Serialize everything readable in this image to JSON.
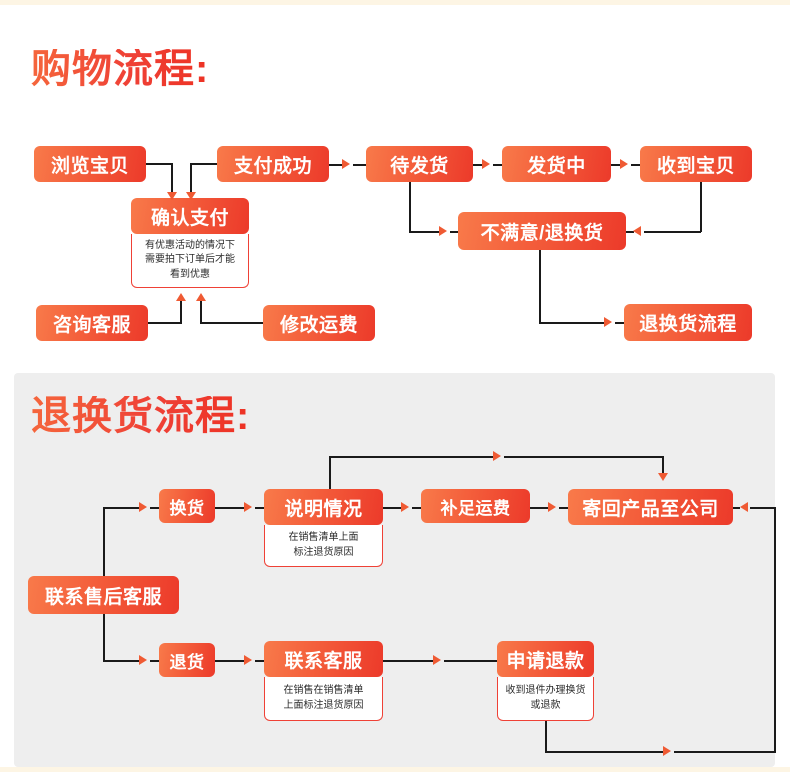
{
  "meta": {
    "accent_orange": "#f5763f",
    "accent_red": "#ec3a2a",
    "arrow_color": "#ef5a33",
    "line_color": "#1a1a1a",
    "section_bg": "#eeeeee",
    "strip_color": "#fdf5e4"
  },
  "shopping": {
    "heading": "购物流程:",
    "nodes": {
      "browse": "浏览宝贝",
      "confirm_pay": "确认支付",
      "pay_success": "支付成功",
      "awaiting_ship": "待发货",
      "shipping": "发货中",
      "received": "收到宝贝",
      "dissatisfied": "不满意/退换货",
      "consult_service": "咨询客服",
      "modify_freight": "修改运费",
      "return_flow": "退换货流程"
    },
    "captions": {
      "confirm_pay": [
        "有优惠活动的情况下",
        "需要拍下订单后才能",
        "看到优惠"
      ]
    }
  },
  "returns": {
    "heading": "退换货流程:",
    "nodes": {
      "contact_after_sales": "联系售后客服",
      "exchange": "换货",
      "explain": "说明情况",
      "pay_freight": "补足运费",
      "send_back": "寄回产品至公司",
      "refund_goods": "退货",
      "contact_service": "联系客服",
      "apply_refund": "申请退款"
    },
    "captions": {
      "explain": [
        "在销售清单上面",
        "标注退货原因"
      ],
      "contact_service": [
        "在销售在销售清单",
        "上面标注退货原因"
      ],
      "apply_refund": [
        "收到退件办理换货",
        "或退款"
      ]
    }
  }
}
